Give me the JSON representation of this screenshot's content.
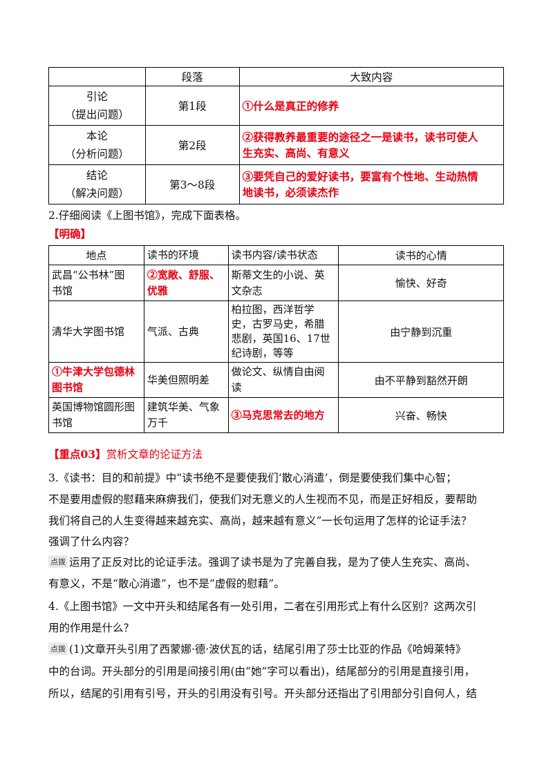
{
  "table1": {
    "headers": [
      "",
      "段落",
      "大致内容"
    ],
    "rows": [
      {
        "part": "引论",
        "part_sub": "（提出问题）",
        "para": "第1段",
        "content": "①什么是真正的修养"
      },
      {
        "part": "本论",
        "part_sub": "（分析问题）",
        "para": "第2段",
        "content_l1": "②获得教养最重要的途径之一是读书，读书可使人",
        "content_l2": "生充实、高尚、有意义"
      },
      {
        "part": "结论",
        "part_sub": "（解决问题）",
        "para": "第3～8段",
        "content_l1": "③要凭自己的爱好读书，要富有个性地、生动热情",
        "content_l2": "地读书，必须读杰作"
      }
    ]
  },
  "q2": {
    "text": "2.仔细阅读《上图书馆》，完成下面表格。",
    "tag": "【明确】"
  },
  "table2": {
    "headers": [
      "地点",
      "读书的环境",
      "读书内容/读书状态",
      "读书的心情"
    ],
    "rows": [
      {
        "place_l1": "武昌“公书林”图",
        "place_l2": "书馆",
        "env_l1": "②宽敞、舒服、",
        "env_l2": "优雅",
        "content_l1": "斯蒂文生的小说、英",
        "content_l2": "文杂志",
        "mood": "愉快、好奇"
      },
      {
        "place": "清华大学图书馆",
        "env": "气派、古典",
        "content_l1": "柏拉图，西洋哲学",
        "content_l2": "史，古罗马史，希腊",
        "content_l3": "悲剧，英国16、17世",
        "content_l4": "纪诗剧，等等",
        "mood": "由宁静到沉重"
      },
      {
        "place_l1": "①牛津大学包德林",
        "place_l2": "图书馆",
        "env": "华美但照明差",
        "content_l1": "做论文、纵情自由阅",
        "content_l2": "读",
        "mood": "由不平静到豁然开朗"
      },
      {
        "place_l1": "英国博物馆圆形图",
        "place_l2": "书馆",
        "env_l1": "建筑华美、气象",
        "env_l2": "万千",
        "content": "③马克思常去的地方",
        "mood": "兴奋、畅快"
      }
    ]
  },
  "section": {
    "tag": "【重点03】",
    "title": "赏析文章的论证方法"
  },
  "q3": {
    "l1": "3.《读书：目的和前提》中“读书绝不是要使我们‘散心消遣’，倒是要使我们集中心智；",
    "l2": "不是要用虚假的慰藉来麻痹我们，使我们对无意义的人生视而不见，而是正好相反，要帮助",
    "l3": "我们将自己的人生变得越来越充实、高尚，越来越有意义”一长句运用了怎样的论证手法？",
    "l4": "强调了什么内容？"
  },
  "a3": {
    "tag": "点拨",
    "l1": "运用了正反对比的论证手法。强调了读书是为了完善自我，是为了使人生充实、高尚、",
    "l2": "有意义，不是“散心消遣”，也不是“虚假的慰藉”。"
  },
  "q4": {
    "l1": "4.《上图书馆》一文中开头和结尾各有一处引用，二者在引用形式上有什么区别？这两次引",
    "l2": "用的作用是什么？"
  },
  "a4": {
    "tag": "点拨",
    "l1": "(1)文章开头引用了西蒙娜·德·波伏瓦的话，结尾引用了莎士比亚的作品《哈姆莱特》",
    "l2": "中的台词。开头部分的引用是间接引用(由“她”字可以看出)，结尾部分的引用是直接引用，",
    "l3": "所以，结尾的引用有引号，开头的引用没有引号。开头部分还指出了引用部分引自何人，结"
  }
}
